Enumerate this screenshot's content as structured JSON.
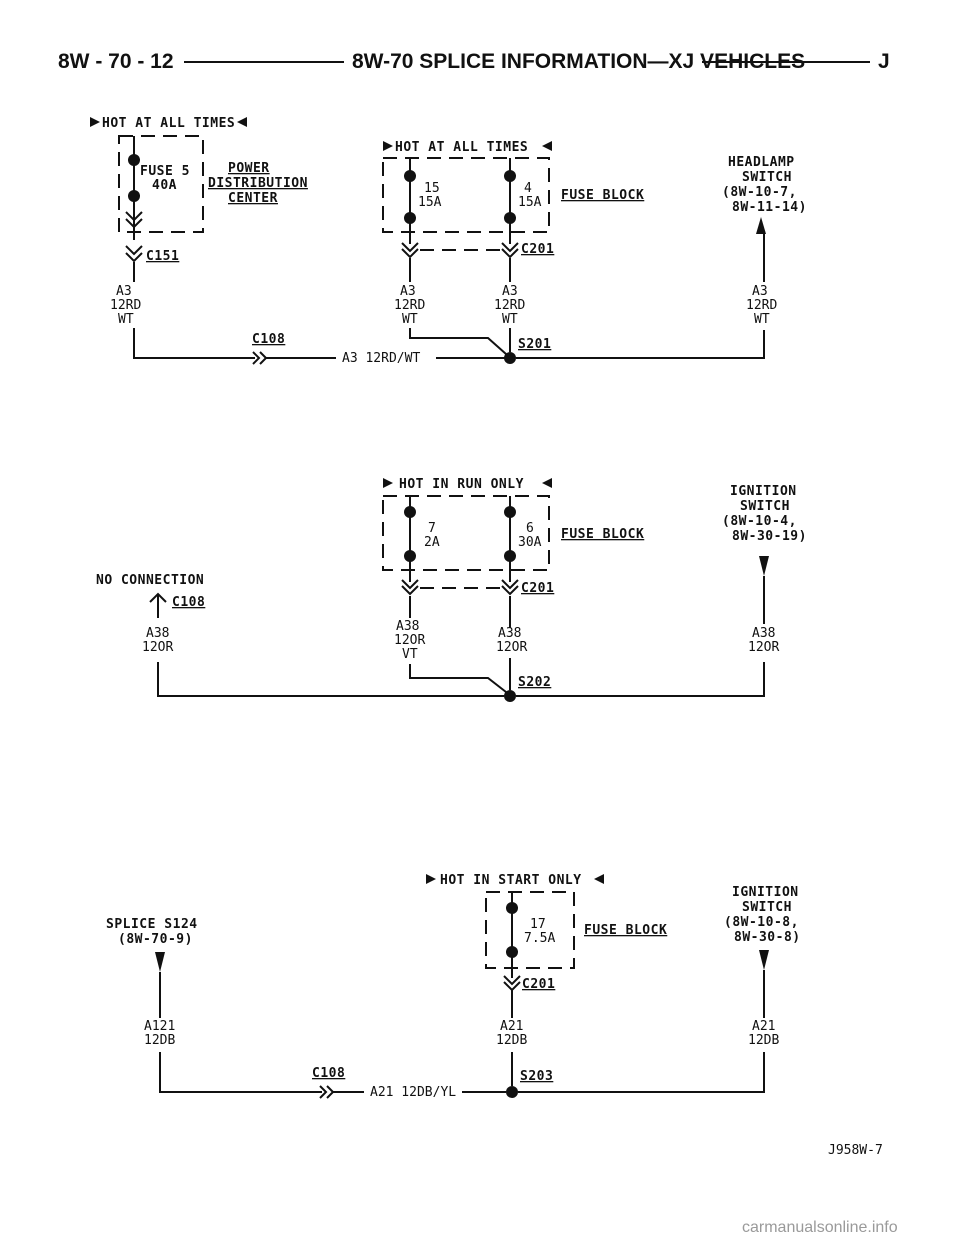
{
  "header": {
    "left": "8W - 70 - 12",
    "title": "8W-70 SPLICE INFORMATION—XJ VEHICLES",
    "right": "J"
  },
  "section1": {
    "hot_label": "HOT AT ALL TIMES",
    "pdc_label": [
      "POWER",
      "DISTRIBUTION",
      "CENTER"
    ],
    "fuse5": {
      "name": "FUSE 5",
      "rating": "40A"
    },
    "conn_c151": "C151",
    "left_wire": [
      "A3",
      "12RD",
      "WT"
    ],
    "conn_c108": "C108",
    "bottom_wire": "A3 12RD/WT",
    "fuse_block_hot": "HOT AT ALL TIMES",
    "fuse15": {
      "num": "15",
      "rating": "15A"
    },
    "fuse4": {
      "num": "4",
      "rating": "15A"
    },
    "fuse_block": "FUSE BLOCK",
    "conn_c201": "C201",
    "mid_wire_a": [
      "A3",
      "12RD",
      "WT"
    ],
    "mid_wire_b": [
      "A3",
      "12RD",
      "WT"
    ],
    "splice": "S201",
    "switch_label": [
      "HEADLAMP",
      "SWITCH",
      "(8W-10-7,",
      "8W-11-14)"
    ],
    "right_wire": [
      "A3",
      "12RD",
      "WT"
    ]
  },
  "section2": {
    "hot_label": "HOT IN RUN ONLY",
    "fuse7": {
      "num": "7",
      "rating": "2A"
    },
    "fuse6": {
      "num": "6",
      "rating": "30A"
    },
    "fuse_block": "FUSE BLOCK",
    "conn_c201": "C201",
    "no_connection": "NO CONNECTION",
    "conn_c108": "C108",
    "left_wire": [
      "A38",
      "12OR"
    ],
    "mid_wire_a": [
      "A38",
      "12OR",
      "VT"
    ],
    "mid_wire_b": [
      "A38",
      "12OR"
    ],
    "splice": "S202",
    "switch_label": [
      "IGNITION",
      "SWITCH",
      "(8W-10-4,",
      "8W-30-19)"
    ],
    "right_wire": [
      "A38",
      "12OR"
    ]
  },
  "section3": {
    "hot_label": "HOT IN START ONLY",
    "fuse17": {
      "num": "17",
      "rating": "7.5A"
    },
    "fuse_block": "FUSE BLOCK",
    "conn_c201": "C201",
    "splice_ref": [
      "SPLICE S124",
      "(8W-70-9)"
    ],
    "left_wire": [
      "A121",
      "12DB"
    ],
    "mid_wire": [
      "A21",
      "12DB"
    ],
    "conn_c108": "C108",
    "bottom_wire": "A21 12DB/YL",
    "splice": "S203",
    "switch_label": [
      "IGNITION",
      "SWITCH",
      "(8W-10-8,",
      "8W-30-8)"
    ],
    "right_wire": [
      "A21",
      "12DB"
    ]
  },
  "figure_id": "J958W-7",
  "watermark": "carmanualsonline.info"
}
